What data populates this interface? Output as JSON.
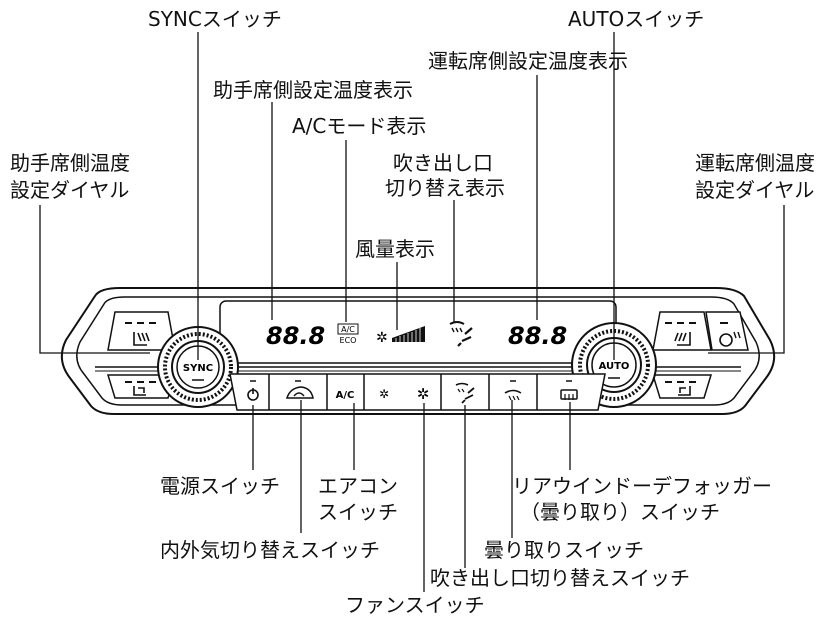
{
  "callouts": {
    "sync_switch": "SYNCスイッチ",
    "auto_switch": "AUTOスイッチ",
    "driver_temp_display": "運転席側設定温度表示",
    "passenger_temp_display": "助手席側設定温度表示",
    "ac_mode_display": "A/Cモード表示",
    "outlet_display_line1": "吹き出し口",
    "outlet_display_line2": "切り替え表示",
    "passenger_dial_line1": "助手席側温度",
    "passenger_dial_line2": "設定ダイヤル",
    "driver_dial_line1": "運転席側温度",
    "driver_dial_line2": "設定ダイヤル",
    "fan_display": "風量表示",
    "power_switch": "電源スイッチ",
    "aircon_switch_line1": "エアコン",
    "aircon_switch_line2": "スイッチ",
    "rear_defogger_line1": "リアウインドーデフォッガー",
    "rear_defogger_line2": "（曇り取り）スイッチ",
    "recirc_switch": "内外気切り替えスイッチ",
    "defog_switch": "曇り取りスイッチ",
    "outlet_switch": "吹き出し口切り替えスイッチ",
    "fan_switch": "ファンスイッチ"
  },
  "panel": {
    "passenger_temp": "88.8",
    "driver_temp": "88.8",
    "ac_mode_top": "A/C",
    "ac_mode_bottom": "ECO",
    "sync_knob": "SYNC",
    "auto_knob": "AUTO",
    "ac_button": "A/C"
  }
}
